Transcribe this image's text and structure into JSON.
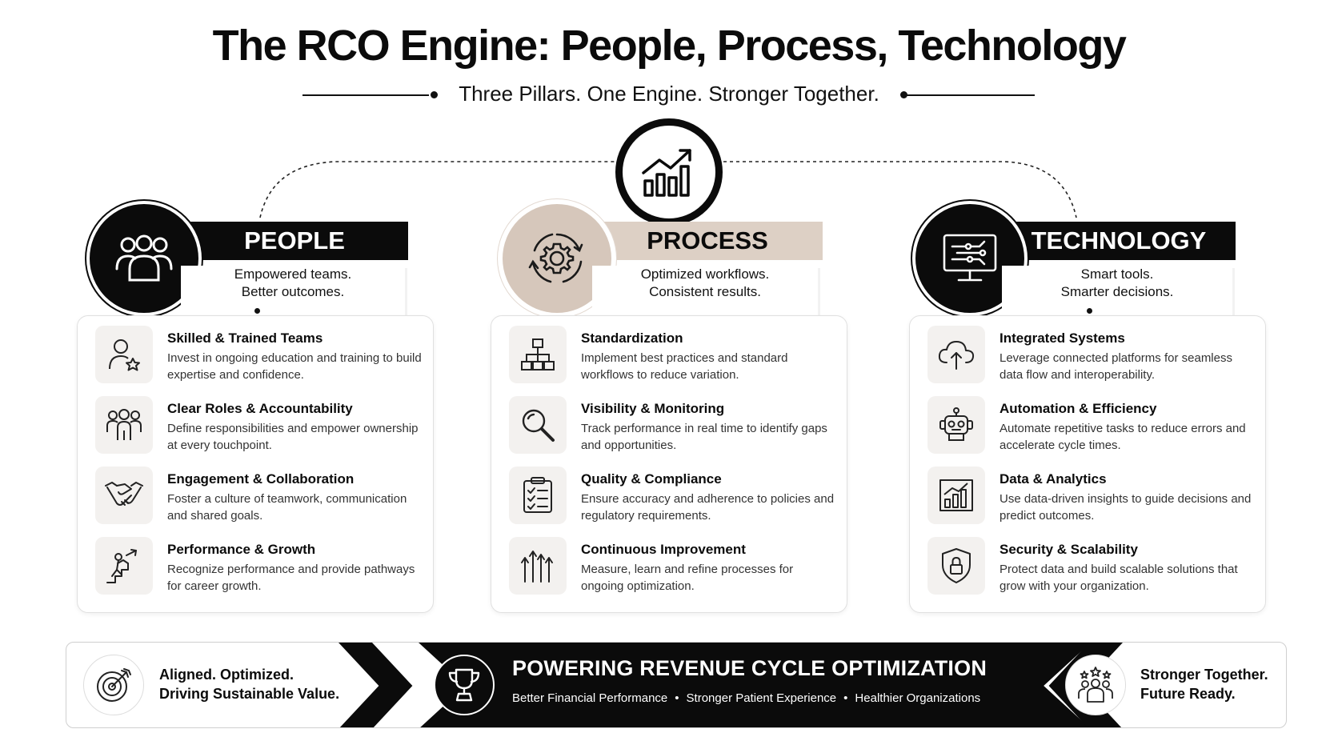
{
  "header": {
    "title": "The RCO Engine: People, Process, Technology",
    "subtitle": "Three Pillars. One Engine. Stronger Together."
  },
  "center_icon": "growth-chart-icon",
  "pillars": [
    {
      "name": "PEOPLE",
      "icon": "people-group-icon",
      "tagline_1": "Empowered teams.",
      "tagline_2": "Better outcomes.",
      "features": [
        {
          "title": "Skilled & Trained Teams",
          "desc": "Invest in ongoing education and training to build expertise and confidence.",
          "icon": "user-star-icon"
        },
        {
          "title": "Clear Roles & Accountability",
          "desc": "Define responsibilities and empower ownership at every touchpoint.",
          "icon": "team-icon"
        },
        {
          "title": "Engagement & Collaboration",
          "desc": "Foster a culture of teamwork, communication and shared goals.",
          "icon": "handshake-icon"
        },
        {
          "title": "Performance & Growth",
          "desc": "Recognize performance and provide pathways for career growth.",
          "icon": "stairs-growth-icon"
        }
      ]
    },
    {
      "name": "PROCESS",
      "icon": "gear-cycle-icon",
      "tagline_1": "Optimized workflows.",
      "tagline_2": "Consistent results.",
      "features": [
        {
          "title": "Standardization",
          "desc": "Implement best practices and standard workflows to reduce variation.",
          "icon": "hierarchy-icon"
        },
        {
          "title": "Visibility & Monitoring",
          "desc": "Track performance in real time to identify gaps and opportunities.",
          "icon": "magnifier-icon"
        },
        {
          "title": "Quality & Compliance",
          "desc": "Ensure accuracy and adherence to policies and regulatory requirements.",
          "icon": "checklist-icon"
        },
        {
          "title": "Continuous Improvement",
          "desc": "Measure, learn and refine processes for ongoing optimization.",
          "icon": "up-arrows-icon"
        }
      ]
    },
    {
      "name": "TECHNOLOGY",
      "icon": "monitor-circuit-icon",
      "tagline_1": "Smart tools.",
      "tagline_2": "Smarter decisions.",
      "features": [
        {
          "title": "Integrated Systems",
          "desc": "Leverage connected platforms for seamless data flow and interoperability.",
          "icon": "cloud-upload-icon"
        },
        {
          "title": "Automation & Efficiency",
          "desc": "Automate repetitive tasks to reduce errors and accelerate cycle times.",
          "icon": "robot-icon"
        },
        {
          "title": "Data & Analytics",
          "desc": "Use data-driven insights to guide decisions and predict outcomes.",
          "icon": "bar-chart-icon"
        },
        {
          "title": "Security & Scalability",
          "desc": "Protect data and build scalable solutions that grow with your organization.",
          "icon": "shield-lock-icon"
        }
      ]
    }
  ],
  "footer": {
    "left_line_1": "Aligned. Optimized.",
    "left_line_2": "Driving Sustainable Value.",
    "left_icon": "target-icon",
    "center_title": "POWERING REVENUE CYCLE OPTIMIZATION",
    "center_items": [
      "Better Financial Performance",
      "Stronger Patient Experience",
      "Healthier Organizations"
    ],
    "center_icon": "trophy-icon",
    "right_line_1": "Stronger Together.",
    "right_line_2": "Future Ready.",
    "right_icon": "team-stars-icon"
  },
  "colors": {
    "dark": "#0b0b0b",
    "tan": "#d6c7bb",
    "card_icon_bg": "#f3f1ef"
  }
}
